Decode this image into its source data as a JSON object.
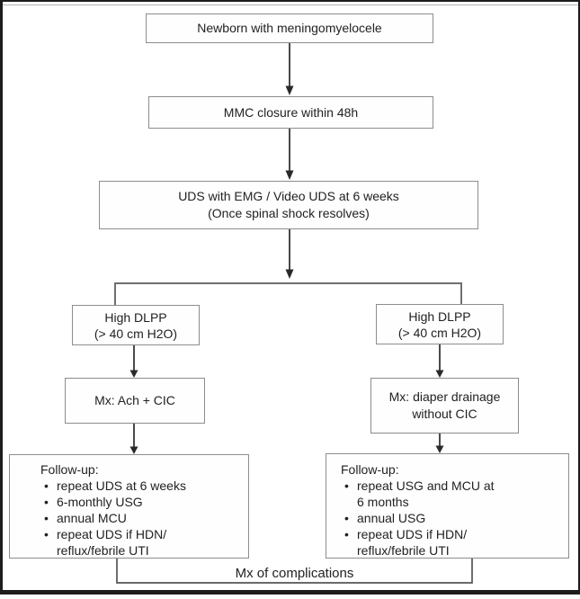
{
  "nodes": {
    "newborn": "Newborn with meningomyelocele",
    "mmc": "MMC closure within 48h",
    "uds": "UDS with EMG / Video UDS at 6 weeks\n(Once spinal shock resolves)",
    "dlpp_left": "High DLPP\n(> 40 cm H2O)",
    "dlpp_right": "High DLPP\n(> 40 cm H2O)",
    "mx_left": "Mx: Ach + CIC",
    "mx_right": "Mx: diaper drainage\nwithout CIC",
    "followup_left": {
      "heading": "Follow-up:",
      "items": [
        "repeat UDS at 6 weeks",
        "6-monthly USG",
        "annual MCU",
        "repeat UDS if HDN/\nreflux/febrile UTI"
      ]
    },
    "followup_right": {
      "heading": "Follow-up:",
      "items": [
        "repeat USG and MCU at\n6 months",
        "annual USG",
        "repeat UDS if HDN/\nreflux/febrile UTI"
      ]
    }
  },
  "footer": {
    "label": "Mx of complications"
  },
  "colors": {
    "box_border": "#8d8d8d",
    "arrow": "#2a2a2a",
    "branch_line": "#6f6f6f",
    "bracket_line": "#555555",
    "text": "#222222",
    "frame": "#1c1c1c",
    "background": "#ffffff"
  }
}
